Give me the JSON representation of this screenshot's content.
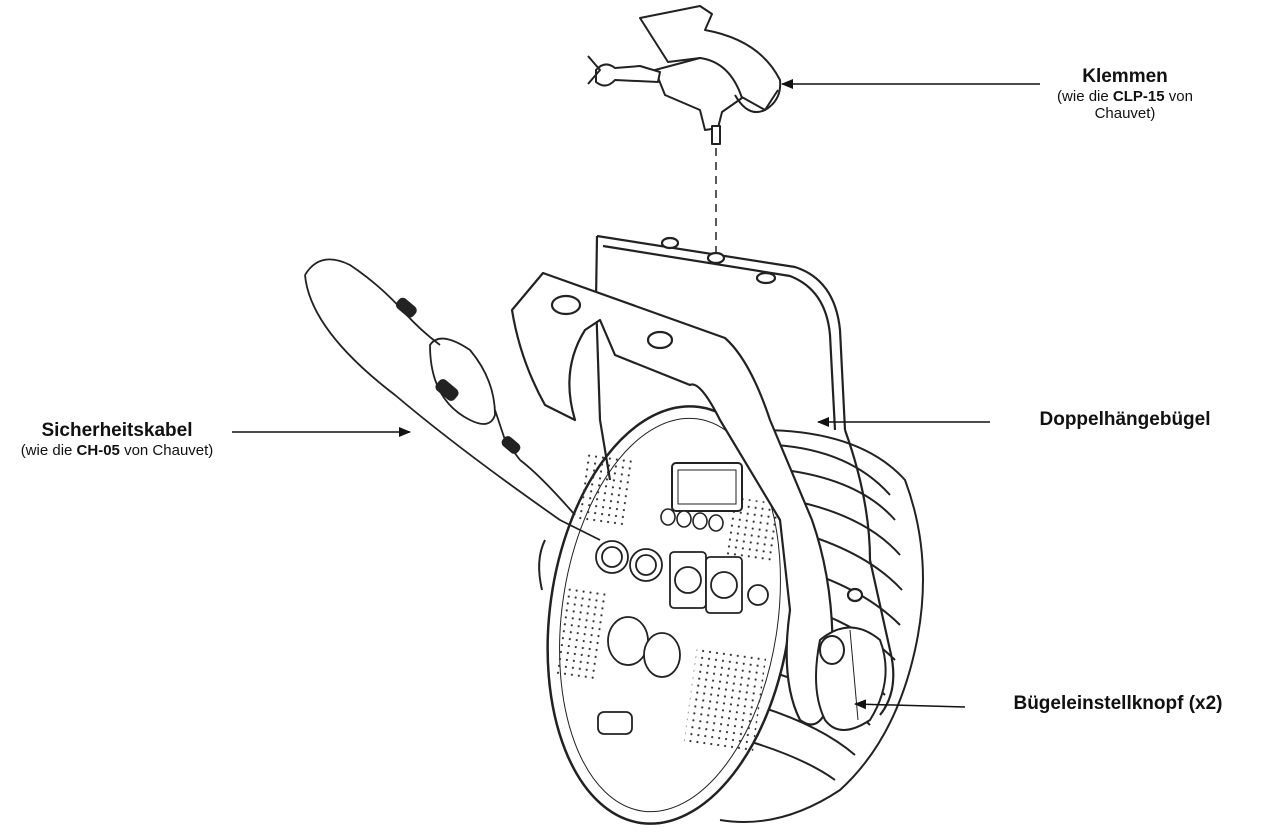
{
  "callouts": {
    "clamp": {
      "title": "Klemmen",
      "pre": "(wie die ",
      "bold": "CLP-15",
      "post": " von Chauvet)"
    },
    "safety_cable": {
      "title": "Sicherheitskabel",
      "pre": "(wie die ",
      "bold": "CH-05",
      "post": " von Chauvet)"
    },
    "double_bracket": {
      "title": "Doppelhängebügel"
    },
    "adjust_knob": {
      "title": "Bügeleinstellknopf (x2)"
    }
  },
  "colors": {
    "line": "#222222",
    "background": "#ffffff"
  }
}
